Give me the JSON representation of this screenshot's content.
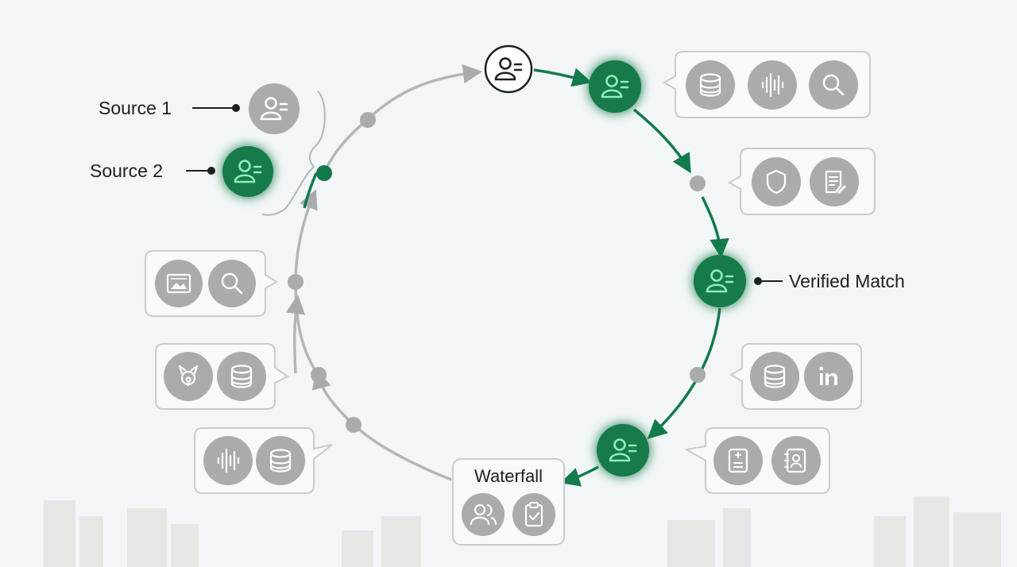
{
  "labels": {
    "source_1": "Source 1",
    "source_2": "Source 2",
    "verified_match": "Verified Match",
    "waterfall": "Waterfall"
  },
  "colors": {
    "background": "#f3f6f7",
    "active_green": "#137a4c",
    "glow_green": "#3fd07f",
    "inactive_gray": "#a9abae",
    "ring_gray": "#b3b6b9",
    "icon_white": "#ffffff",
    "bubble_border": "#c9cccf",
    "text": "#1d1f21"
  },
  "icons": {
    "profile_node": "user-card-icon",
    "database": "database-icon",
    "audio": "waveform-icon",
    "search": "search-icon",
    "shield": "shield-icon",
    "document": "document-edit-icon",
    "linkedin": "linkedin-icon",
    "calculator": "calculator-doc-icon",
    "address_book": "address-book-icon",
    "users": "users-icon",
    "clipboard": "clipboard-check-icon",
    "image": "image-icon",
    "github": "github-icon"
  }
}
